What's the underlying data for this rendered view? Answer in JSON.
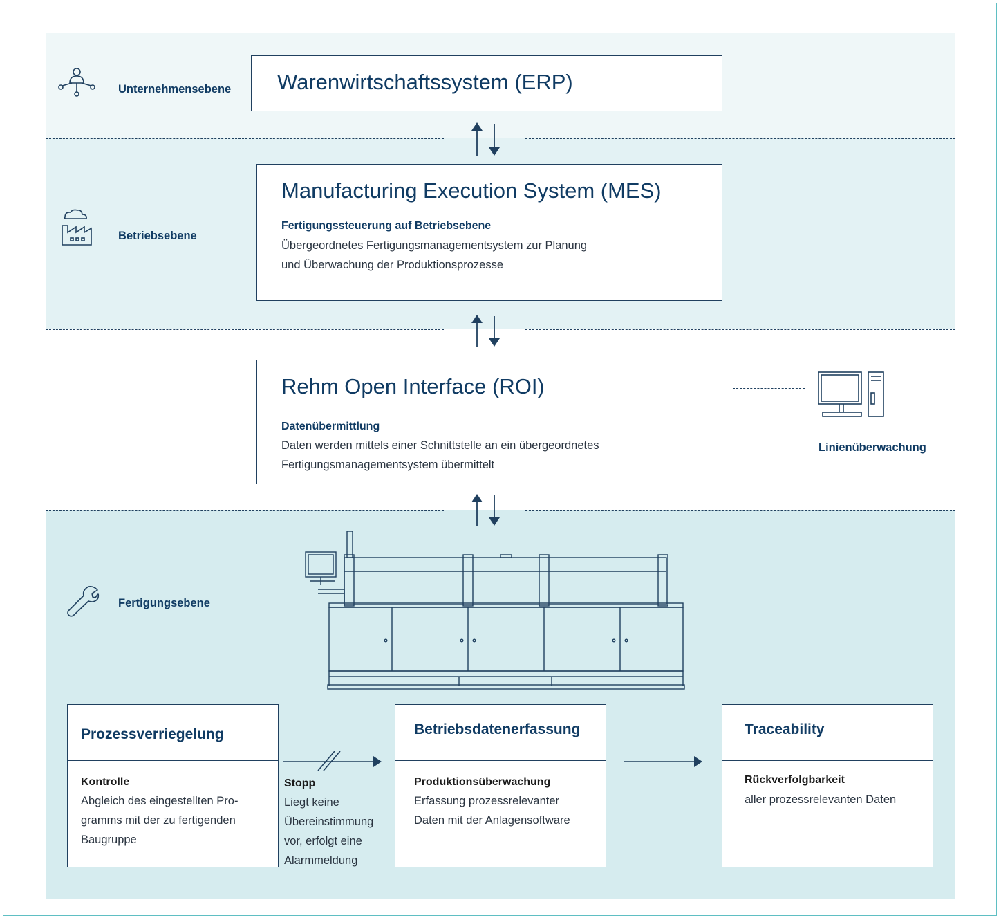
{
  "levels": {
    "enterprise": {
      "label": "Unternehmensebene",
      "icon": "network-person-icon"
    },
    "operation": {
      "label": "Betriebsebene",
      "icon": "factory-cloud-icon"
    },
    "production": {
      "label": "Fertigungsebene",
      "icon": "wrench-icon"
    }
  },
  "erp": {
    "title": "Warenwirtschaftssystem (ERP)"
  },
  "mes": {
    "title": "Manufacturing Execution System (MES)",
    "subtitle": "Fertigungssteuerung auf Betriebsebene",
    "line1": "Übergeordnetes Fertigungsmanagementsystem zur Planung",
    "line2": "und Überwachung der Produktionsprozesse"
  },
  "roi": {
    "title": "Rehm Open Interface (ROI)",
    "subtitle": "Datenübermittlung",
    "line1": "Daten werden mittels einer Schnittstelle an ein übergeordnetes",
    "line2": "Fertigungsmanagementsystem übermittelt"
  },
  "line_monitoring": {
    "label": "Linienüberwachung",
    "icon": "computer-icon"
  },
  "cards": [
    {
      "title": "Prozessverriegelung",
      "label": "Kontrolle",
      "lines": [
        "Abgleich des eingestellten Pro-",
        "gramms mit der zu fertigenden",
        "Baugruppe"
      ]
    },
    {
      "title": "Betriebsdatenerfassung",
      "label": "Produktionsüberwachung",
      "lines": [
        "Erfassung prozessrelevanter",
        "Daten mit der Anlagensoftware"
      ]
    },
    {
      "title": "Traceability",
      "label": "Rückverfolgbarkeit",
      "lines": [
        "aller prozessrelevanten Daten"
      ]
    }
  ],
  "stop": {
    "label": "Stopp",
    "lines": [
      "Liegt keine",
      "Übereinstimmung",
      "vor, erfolgt eine",
      "Alarmmeldung"
    ]
  },
  "colors": {
    "navy": "#103b63",
    "line": "#20405f",
    "band_light": "#eff7f8",
    "band_mid": "#e3f2f4",
    "band_dark": "#d6ecef",
    "frame": "#5fbfc3"
  }
}
